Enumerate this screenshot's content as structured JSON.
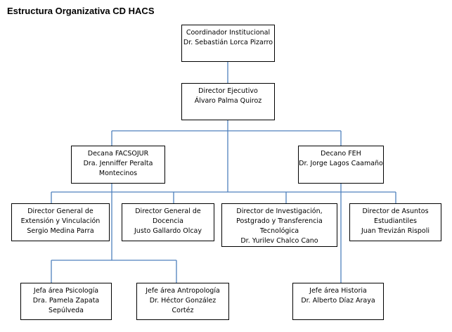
{
  "title": "Estructura Organizativa CD HACS",
  "connector_color": "#4f81bd",
  "nodes": {
    "coordinador": {
      "lines": [
        "Coordinador Institucional",
        "Dr. Sebastián Lorca Pizarro"
      ]
    },
    "director_ejecutivo": {
      "lines": [
        "Director Ejecutivo",
        "Álvaro Palma Quiroz"
      ]
    },
    "decana_facsojur": {
      "lines": [
        "Decana FACSOJUR",
        "Dra. Jenniffer Peralta",
        "Montecinos"
      ]
    },
    "decano_feh": {
      "lines": [
        "Decano FEH",
        "Dr. Jorge Lagos Caamaño"
      ]
    },
    "dir_extension": {
      "lines": [
        "Director General de",
        "Extensión y Vinculación",
        "Sergio Medina Parra"
      ]
    },
    "dir_docencia": {
      "lines": [
        "Director General de",
        "Docencia",
        "Justo Gallardo Olcay"
      ]
    },
    "dir_investigacion": {
      "lines": [
        "Director de Investigación,",
        "Postgrado y Transferencia",
        "Tecnológica",
        "Dr. Yurilev Chalco Cano"
      ]
    },
    "dir_asuntos": {
      "lines": [
        "Director de Asuntos",
        "Estudiantiles",
        "Juan Trevizán Rispoli"
      ]
    },
    "jefa_psicologia": {
      "lines": [
        "Jefa área Psicología",
        "Dra. Pamela Zapata",
        "Sepúlveda"
      ]
    },
    "jefe_antropologia": {
      "lines": [
        "Jefe área Antropología",
        "Dr. Héctor González",
        "Cortéz"
      ]
    },
    "jefe_historia": {
      "lines": [
        "Jefe área Historia",
        "Dr. Alberto Díaz Araya"
      ]
    }
  }
}
